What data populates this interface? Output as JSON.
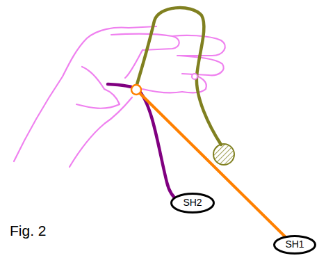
{
  "diagram": {
    "caption": "Fig. 2",
    "nodes": [
      {
        "text": [
          "SH2"
        ]
      },
      {
        "text": [
          "SH1"
        ]
      }
    ]
  }
}
